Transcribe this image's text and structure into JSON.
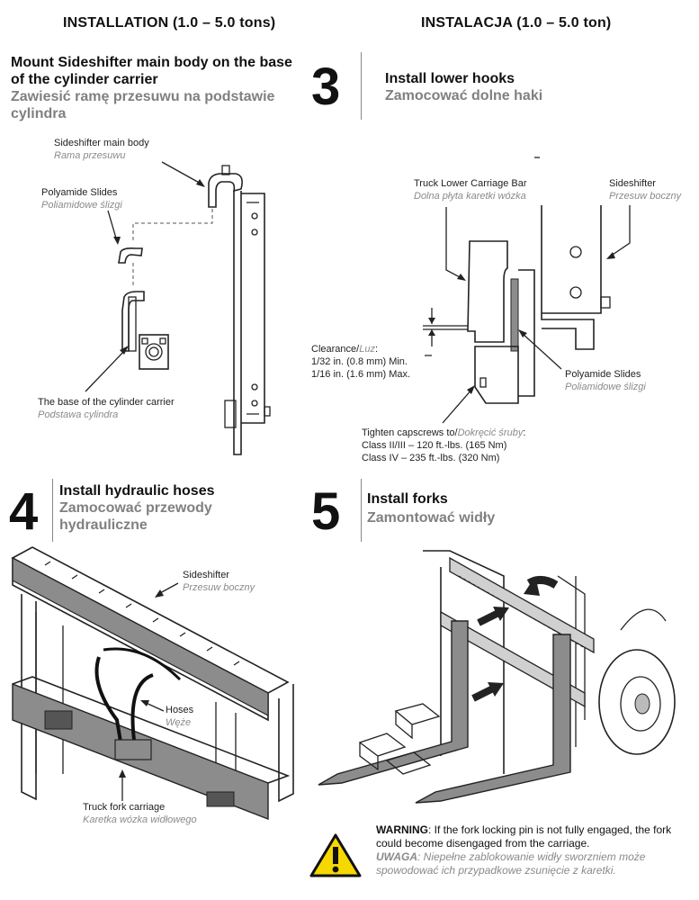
{
  "header": {
    "left": "INSTALLATION (1.0 – 5.0 tons)",
    "right": "INSTALACJA (1.0 – 5.0 ton)"
  },
  "step2": {
    "title_en": "Mount Sideshifter main body on the base of the cylinder carrier",
    "title_pl": "Zawiesić ramę przesuwu na podstawie cylindra",
    "labels": {
      "main_body_en": "Sideshifter main body",
      "main_body_pl": "Rama przesuwu",
      "slides_en": "Polyamide Slides",
      "slides_pl": "Poliamidowe ślizgi",
      "base_en": "The base of the cylinder carrier",
      "base_pl": "Podstawa cylindra"
    }
  },
  "step3": {
    "number": "3",
    "title_en": "Install lower hooks",
    "title_pl": "Zamocować dolne haki",
    "labels": {
      "bar_en": "Truck Lower Carriage Bar",
      "bar_pl": "Dolna płyta karetki wózka",
      "sideshifter_en": "Sideshifter",
      "sideshifter_pl": "Przesuw boczny",
      "clearance_en": "Clearance/",
      "clearance_pl": "Luz",
      "clearance_min": "1/32 in. (0.8 mm) Min.",
      "clearance_max": "1/16 in. (1.6 mm) Max.",
      "slides_en": "Polyamide Slides",
      "slides_pl": "Poliamidowe ślizgi",
      "tighten_en": "Tighten capscrews to/",
      "tighten_pl": "Dokręcić śruby",
      "class_23": "Class II/III – 120 ft.-lbs. (165 Nm)",
      "class_4": "Class IV – 235 ft.-lbs. (320 Nm)"
    }
  },
  "step4": {
    "number": "4",
    "title_en": "Install hydraulic hoses",
    "title_pl": "Zamocować przewody hydrauliczne",
    "labels": {
      "sideshifter_en": "Sideshifter",
      "sideshifter_pl": "Przesuw boczny",
      "hoses_en": "Hoses",
      "hoses_pl": "Węże",
      "carriage_en": "Truck fork carriage",
      "carriage_pl": "Karetka wózka widłowego"
    }
  },
  "step5": {
    "number": "5",
    "title_en": "Install forks",
    "title_pl": "Zamontować widły"
  },
  "warning": {
    "label_en": "WARNING",
    "text_en": ": If the fork locking pin is not fully engaged, the fork could become disengaged from the carriage.",
    "label_pl": "UWAGA",
    "text_pl": ": Niepełne zablokowanie widły sworzniem może spowodować ich przypadkowe zsunięcie z karetki."
  },
  "colors": {
    "grey_text": "#808080",
    "warning_yellow": "#F5D800",
    "part_grey": "#8c8c8c"
  }
}
